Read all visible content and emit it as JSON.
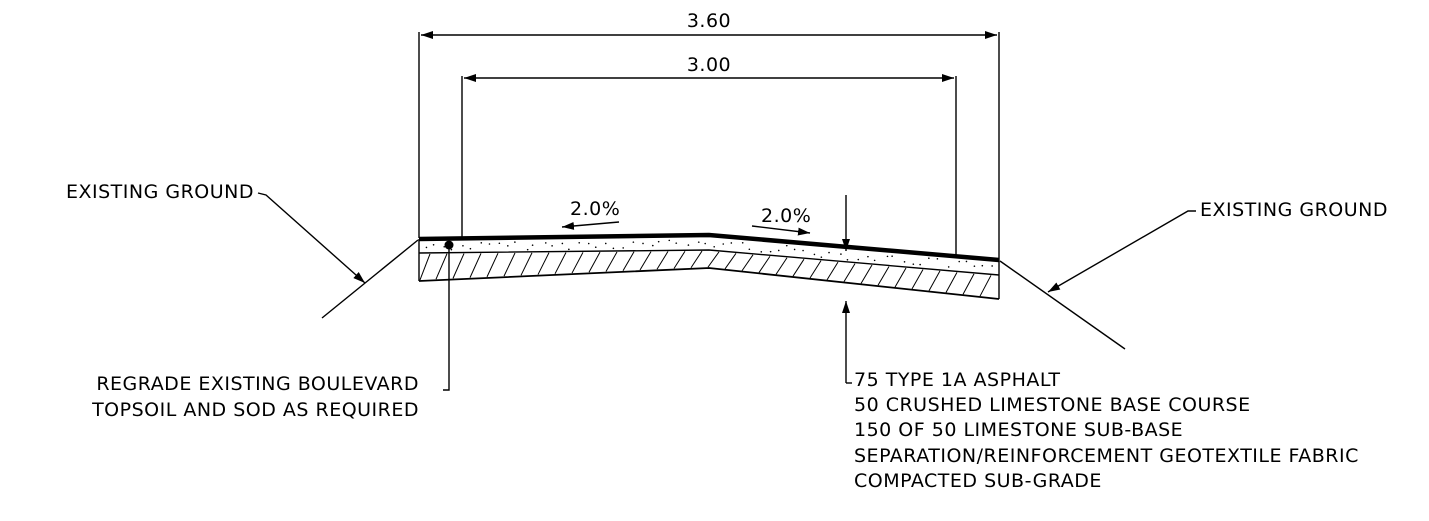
{
  "dimensions": {
    "overall_width": "3.60",
    "lane_width": "3.00"
  },
  "slopes": {
    "left": "2.0%",
    "right": "2.0%"
  },
  "labels": {
    "existing_ground_left": "EXISTING GROUND",
    "existing_ground_right": "EXISTING GROUND",
    "boulevard_line1": "REGRADE EXISTING BOULEVARD",
    "boulevard_line2": "TOPSOIL AND SOD AS REQUIRED"
  },
  "pavement_structure": [
    "75 TYPE 1A ASPHALT",
    "50 CRUSHED LIMESTONE BASE COURSE",
    "150 OF 50 LIMESTONE SUB-BASE",
    "SEPARATION/REINFORCEMENT GEOTEXTILE FABRIC",
    "COMPACTED SUB-GRADE"
  ]
}
